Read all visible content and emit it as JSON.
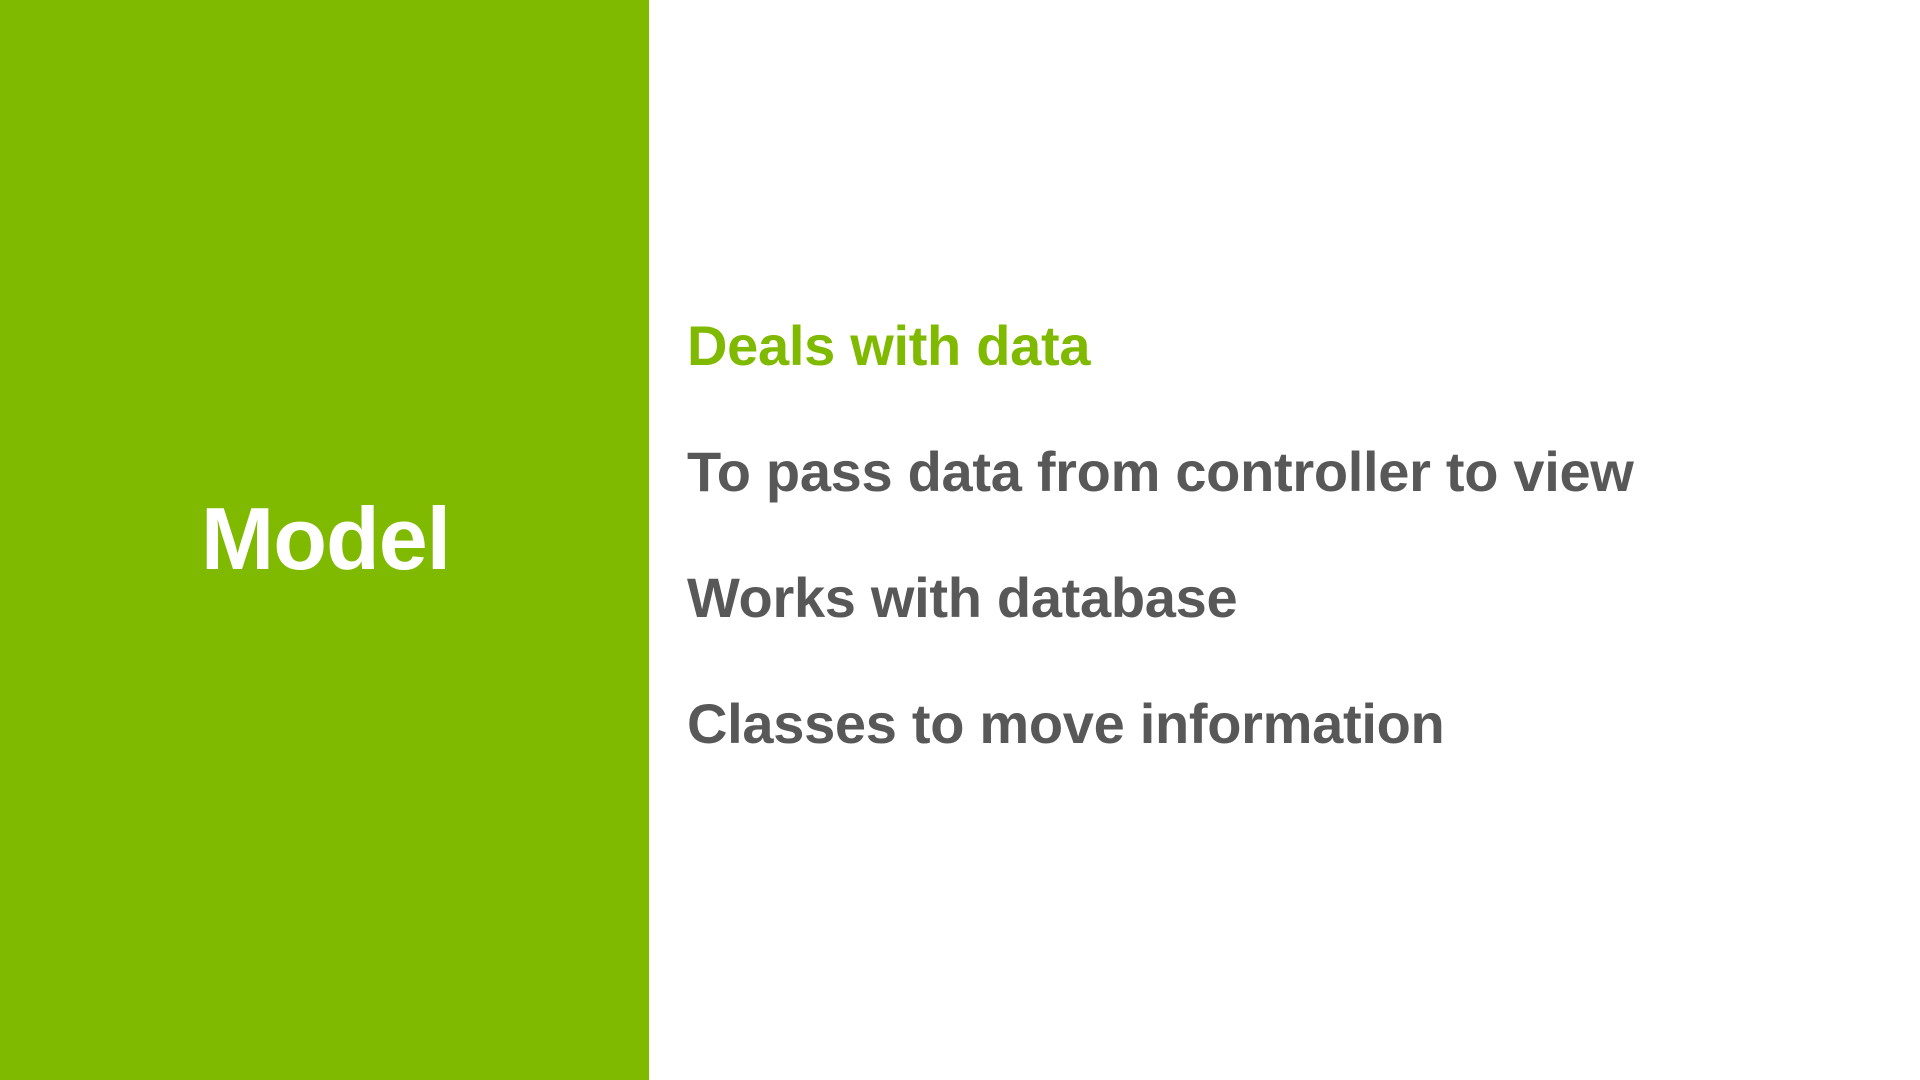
{
  "slide": {
    "title": "Model",
    "bullets": [
      {
        "text": "Deals with data",
        "highlighted": true
      },
      {
        "text": "To pass data from controller to view",
        "highlighted": false
      },
      {
        "text": "Works with database",
        "highlighted": false
      },
      {
        "text": "Classes to move information",
        "highlighted": false
      }
    ]
  },
  "colors": {
    "accent": "#80BA00",
    "text": "#585858",
    "title_text": "#FFFFFF",
    "background": "#FFFFFF"
  }
}
